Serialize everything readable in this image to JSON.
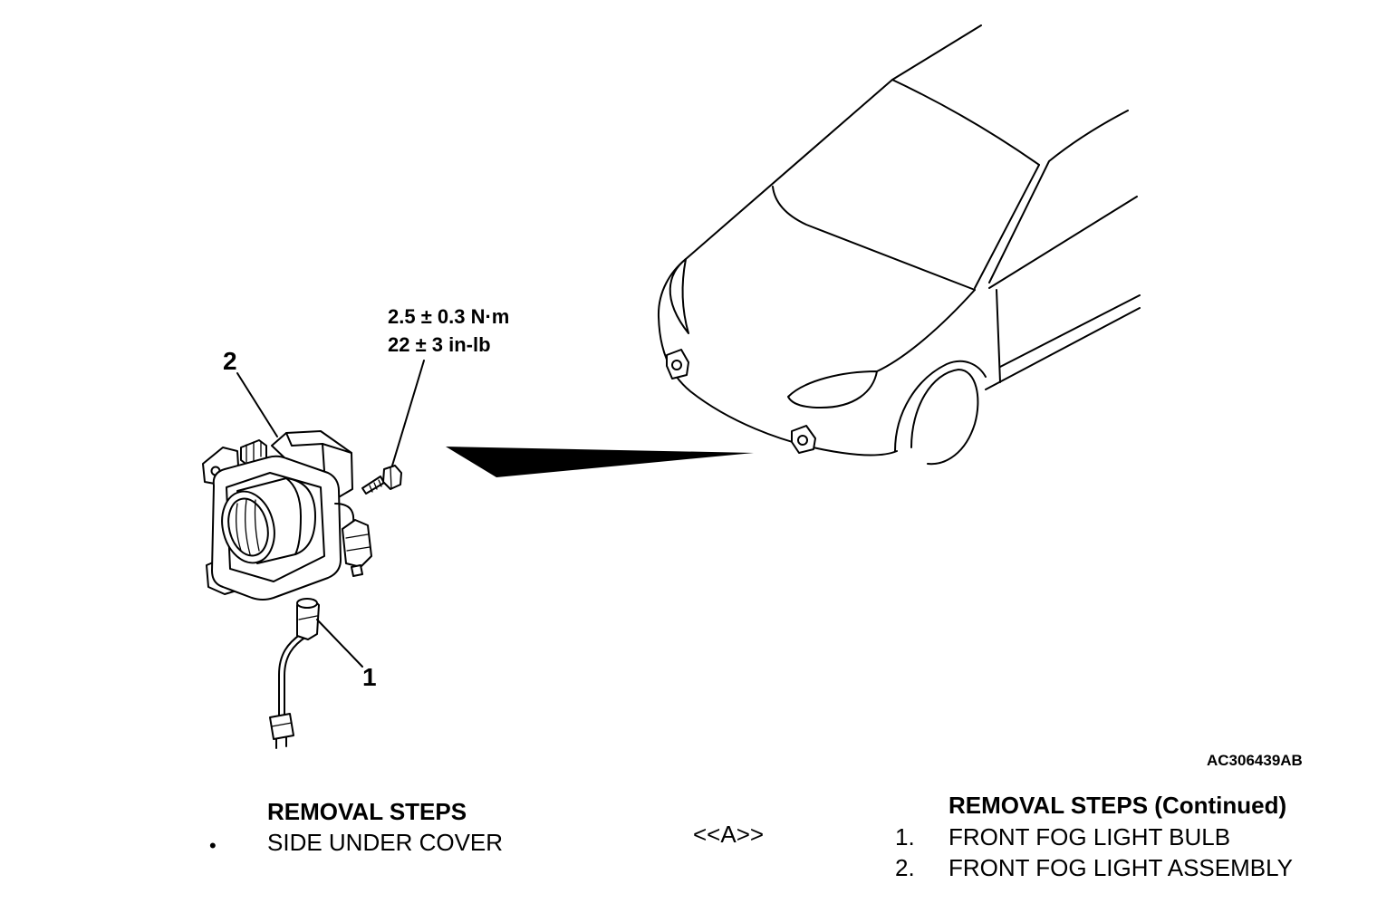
{
  "callouts": {
    "bulb": "1",
    "assembly": "2"
  },
  "torque": {
    "metric": "2.5 ± 0.3 N·m",
    "imperial": "22 ± 3 in-lb"
  },
  "figure_id": "AC306439AB",
  "removal_steps": {
    "title": "REMOVAL STEPS",
    "items": [
      {
        "marker": "•",
        "label": "SIDE UNDER COVER",
        "note": "<<A>>"
      }
    ]
  },
  "removal_steps_continued": {
    "title": "REMOVAL STEPS (Continued)",
    "items": [
      {
        "marker": "1.",
        "label": "FRONT FOG LIGHT BULB"
      },
      {
        "marker": "2.",
        "label": "FRONT FOG LIGHT ASSEMBLY"
      }
    ]
  }
}
